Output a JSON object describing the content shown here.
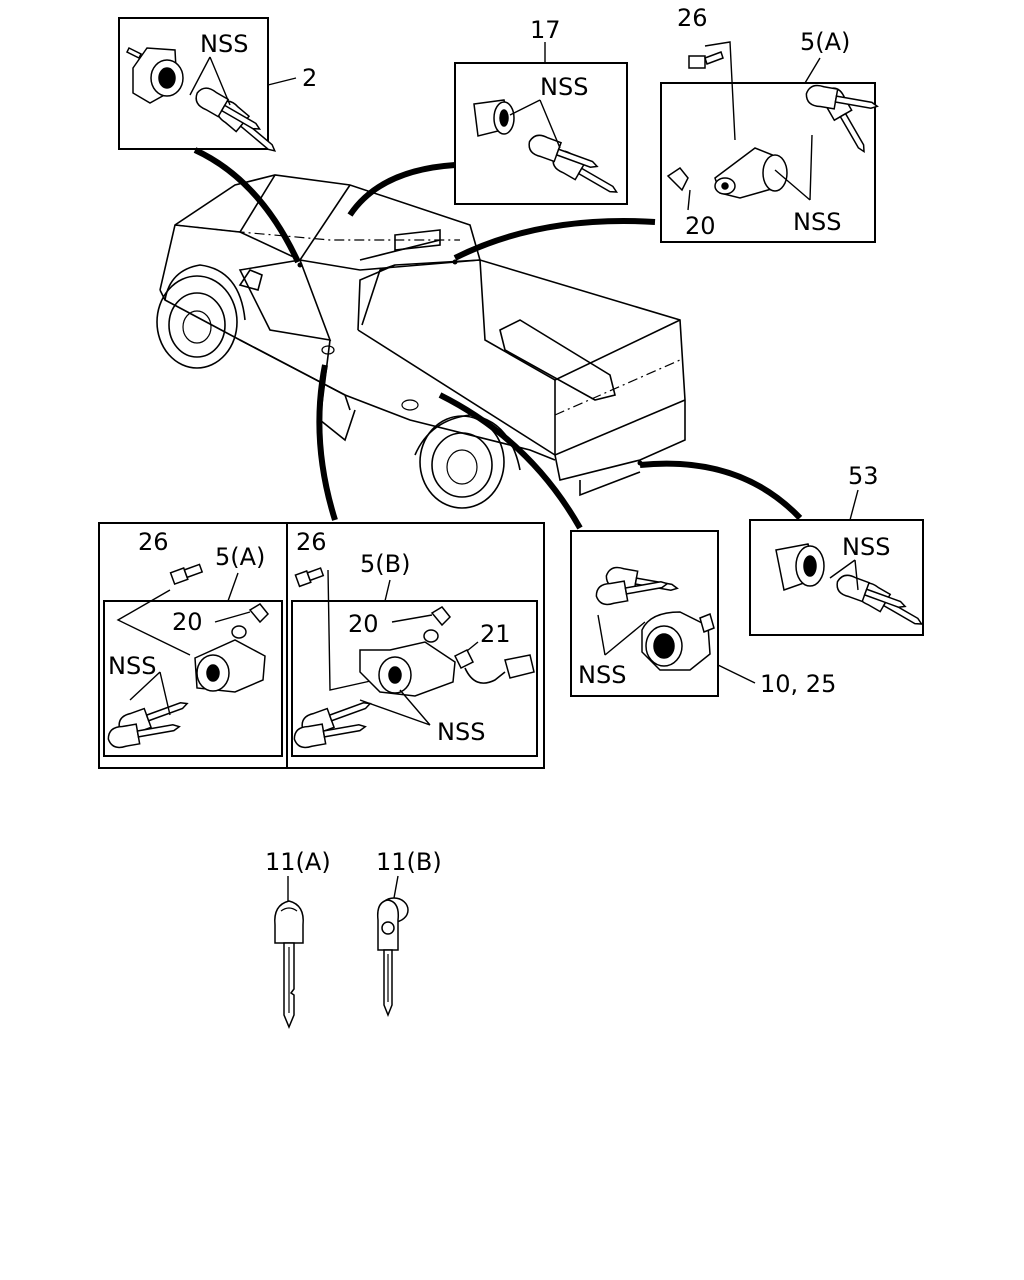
{
  "callouts": {
    "c2_nss": "NSS",
    "c2_num": "2",
    "c17_num": "17",
    "c17_nss": "NSS",
    "c5a_top_26": "26",
    "c5a_top_5a": "5(A)",
    "c5a_top_20": "20",
    "c5a_top_nss": "NSS",
    "c53_num": "53",
    "c53_nss": "NSS",
    "bl_26": "26",
    "bl_5a": "5(A)",
    "bl_20": "20",
    "bl_nss": "NSS",
    "bm_26": "26",
    "bm_5b": "5(B)",
    "bm_20": "20",
    "bm_21": "21",
    "bm_nss": "NSS",
    "c10_nss": "NSS",
    "c10_num": "10, 25",
    "key_11a": "11(A)",
    "key_11b": "11(B)"
  }
}
